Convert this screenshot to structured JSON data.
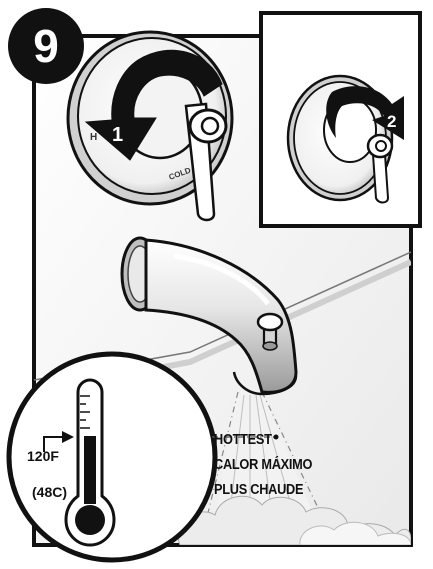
{
  "step": {
    "number": "9"
  },
  "rotation_arrows": {
    "first": "1",
    "second": "2"
  },
  "thermometer": {
    "fahrenheit": "120F",
    "celsius": "(48C)"
  },
  "caution": {
    "english": "HOTTEST",
    "spanish": "CALOR MÁXIMO",
    "french": "PLUS CHAUDE"
  },
  "colors": {
    "ink": "#111111",
    "paper": "#ffffff",
    "badge": "#111111"
  },
  "icons": [
    "shower-valve-handle-icon",
    "rotation-arrow-icon",
    "tub-spout-icon",
    "water-spray-icon",
    "thermometer-icon"
  ]
}
